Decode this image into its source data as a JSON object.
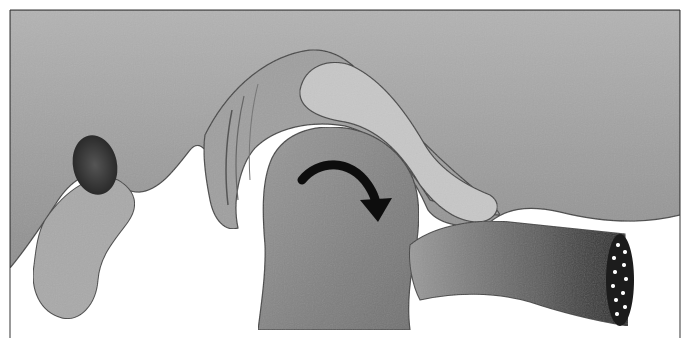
{
  "figure": {
    "subject": "joint-cross-section-illustration",
    "style": "grayscale-halftone",
    "rotation_direction": "clockwise",
    "colors": {
      "background": "#ffffff",
      "upper_bone": "#8e8e8e",
      "upper_bone_light": "#b3b3b3",
      "condyle": "#9a9a9a",
      "condyle_shadow": "#6e6e6e",
      "disc": "#c7c7c7",
      "capsule": "#9f9f9f",
      "ligament_dark": "#1c1c1c",
      "arrow": "#0d0d0d",
      "outline": "#3a3a3a",
      "small_process": "#a9a9a9",
      "dark_spot": "#2a2a2a"
    }
  }
}
